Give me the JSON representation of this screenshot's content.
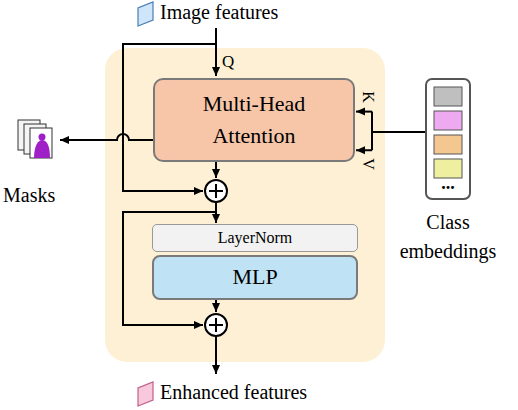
{
  "diagram": {
    "nodes": [
      {
        "text": [
          "Multi-Head Attention"
        ]
      },
      {
        "text": [
          "LayerNorm"
        ]
      },
      {
        "text": [
          "MLP"
        ]
      },
      {
        "text": [
          "...",
          "Class embeddings"
        ]
      }
    ],
    "edges": [
      {
        "from": 3,
        "to": 0,
        "arrow": "to"
      }
    ],
    "labels": [
      "Image features",
      "Q",
      "K",
      "V",
      "Masks",
      "Enhanced features"
    ]
  }
}
